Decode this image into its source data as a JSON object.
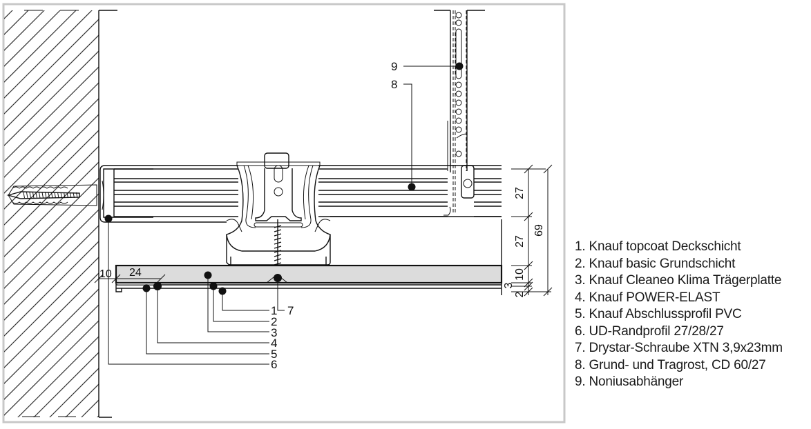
{
  "diagram": {
    "type": "construction-section-detail",
    "callouts": [
      {
        "num": "1"
      },
      {
        "num": "2"
      },
      {
        "num": "3"
      },
      {
        "num": "4"
      },
      {
        "num": "5"
      },
      {
        "num": "6"
      },
      {
        "num": "7"
      },
      {
        "num": "8"
      },
      {
        "num": "9"
      }
    ],
    "dimensions": {
      "vertical": [
        {
          "label": "27",
          "segment": "top profile"
        },
        {
          "label": "27",
          "segment": "lower profile"
        },
        {
          "label": "10",
          "segment": "board"
        },
        {
          "label": "3",
          "segment": "base coat"
        },
        {
          "label": "2",
          "segment": "top coat"
        },
        {
          "label": "69",
          "segment": "total"
        }
      ],
      "horizontal": [
        {
          "label": "10",
          "segment": "wall gap"
        },
        {
          "label": "24",
          "segment": "edge profile"
        }
      ]
    }
  },
  "legend": {
    "items": [
      "1. Knauf topcoat Deckschicht",
      "2. Knauf basic Grundschicht",
      "3. Knauf Cleaneo Klima Trägerplatte",
      "4. Knauf POWER-ELAST",
      "5. Knauf Abschlussprofil PVC",
      "6. UD-Randprofil 27/28/27",
      "7. Drystar-Schraube XTN 3,9x23mm",
      "8. Grund- und Tragrost, CD 60/27",
      "9. Noniusabhänger"
    ]
  }
}
